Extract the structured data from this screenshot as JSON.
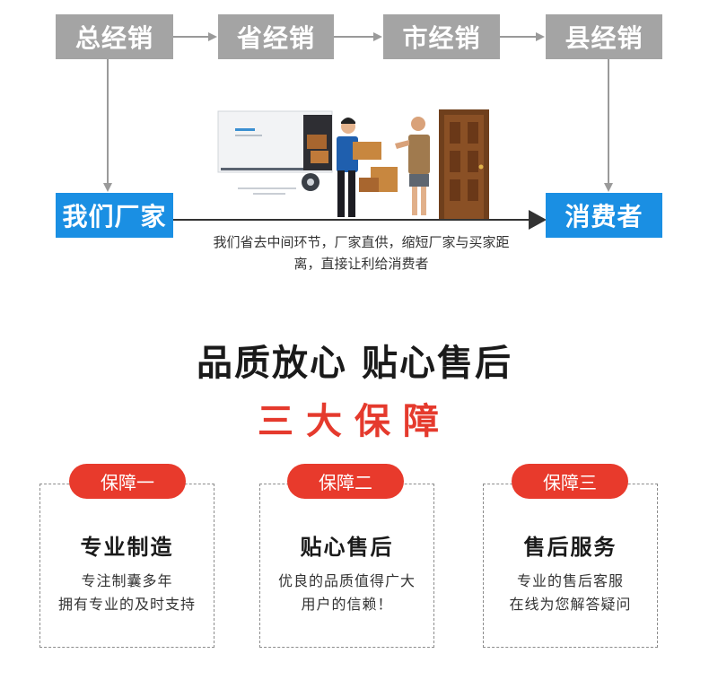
{
  "flow": {
    "top_boxes": [
      "总经销",
      "省经销",
      "市经销",
      "县经销"
    ],
    "manufacturer": "我们厂家",
    "consumer": "消费者",
    "caption_line1": "我们省去中间环节，厂家直供，缩短厂家与买家距",
    "caption_line2": "离，直接让利给消费者"
  },
  "headline": {
    "title": "品质放心 贴心售后",
    "subtitle": "三大保障"
  },
  "guarantees": [
    {
      "badge": "保障一",
      "title": "专业制造",
      "line1": "专注制囊多年",
      "line2": "拥有专业的及时支持"
    },
    {
      "badge": "保障二",
      "title": "贴心售后",
      "line1": "优良的品质值得广大",
      "line2": "用户的信赖！"
    },
    {
      "badge": "保障三",
      "title": "售后服务",
      "line1": "专业的售后客服",
      "line2": "在线为您解答疑问"
    }
  ],
  "colors": {
    "gray_box": "#a4a4a4",
    "blue_box": "#1a8fe3",
    "accent_red": "#e83a2c",
    "arrow": "#9a9a9a"
  }
}
